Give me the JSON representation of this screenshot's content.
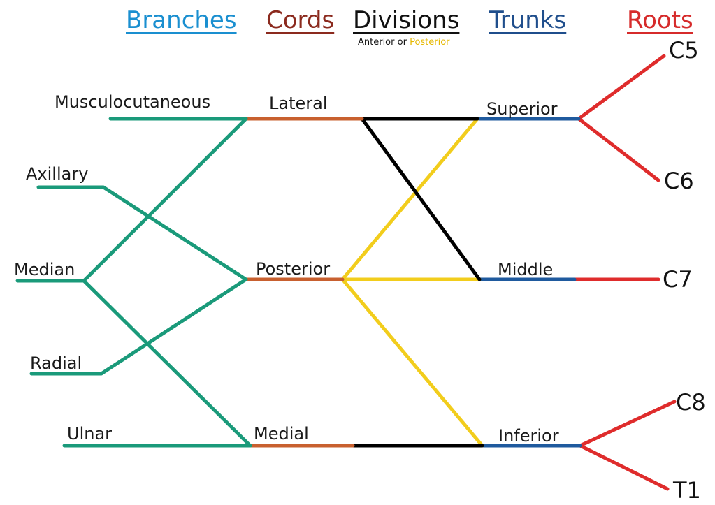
{
  "headers": {
    "branches": "Branches",
    "cords": "Cords",
    "divisions": "Divisions",
    "trunks": "Trunks",
    "roots": "Roots"
  },
  "divisions_legend": {
    "anterior": "Anterior",
    "or": "or",
    "posterior": "Posterior"
  },
  "branches": [
    "Musculocutaneous",
    "Axillary",
    "Median",
    "Radial",
    "Ulnar"
  ],
  "cords": [
    "Lateral",
    "Posterior",
    "Medial"
  ],
  "trunks": [
    "Superior",
    "Middle",
    "Inferior"
  ],
  "roots": [
    "C5",
    "C6",
    "C7",
    "C8",
    "T1"
  ],
  "colors": {
    "branches": "#1a8fd0",
    "cords": "#8b2a1e",
    "divisions": "#111111",
    "trunks": "#1f4e8c",
    "roots": "#d62b2b",
    "branch_line": "#1a9a7a",
    "cord_line": "#c8602f",
    "anterior_line": "#000000",
    "posterior_line": "#f2cd1c",
    "trunk_line": "#1f5a9e",
    "root_line": "#df2c2c"
  }
}
